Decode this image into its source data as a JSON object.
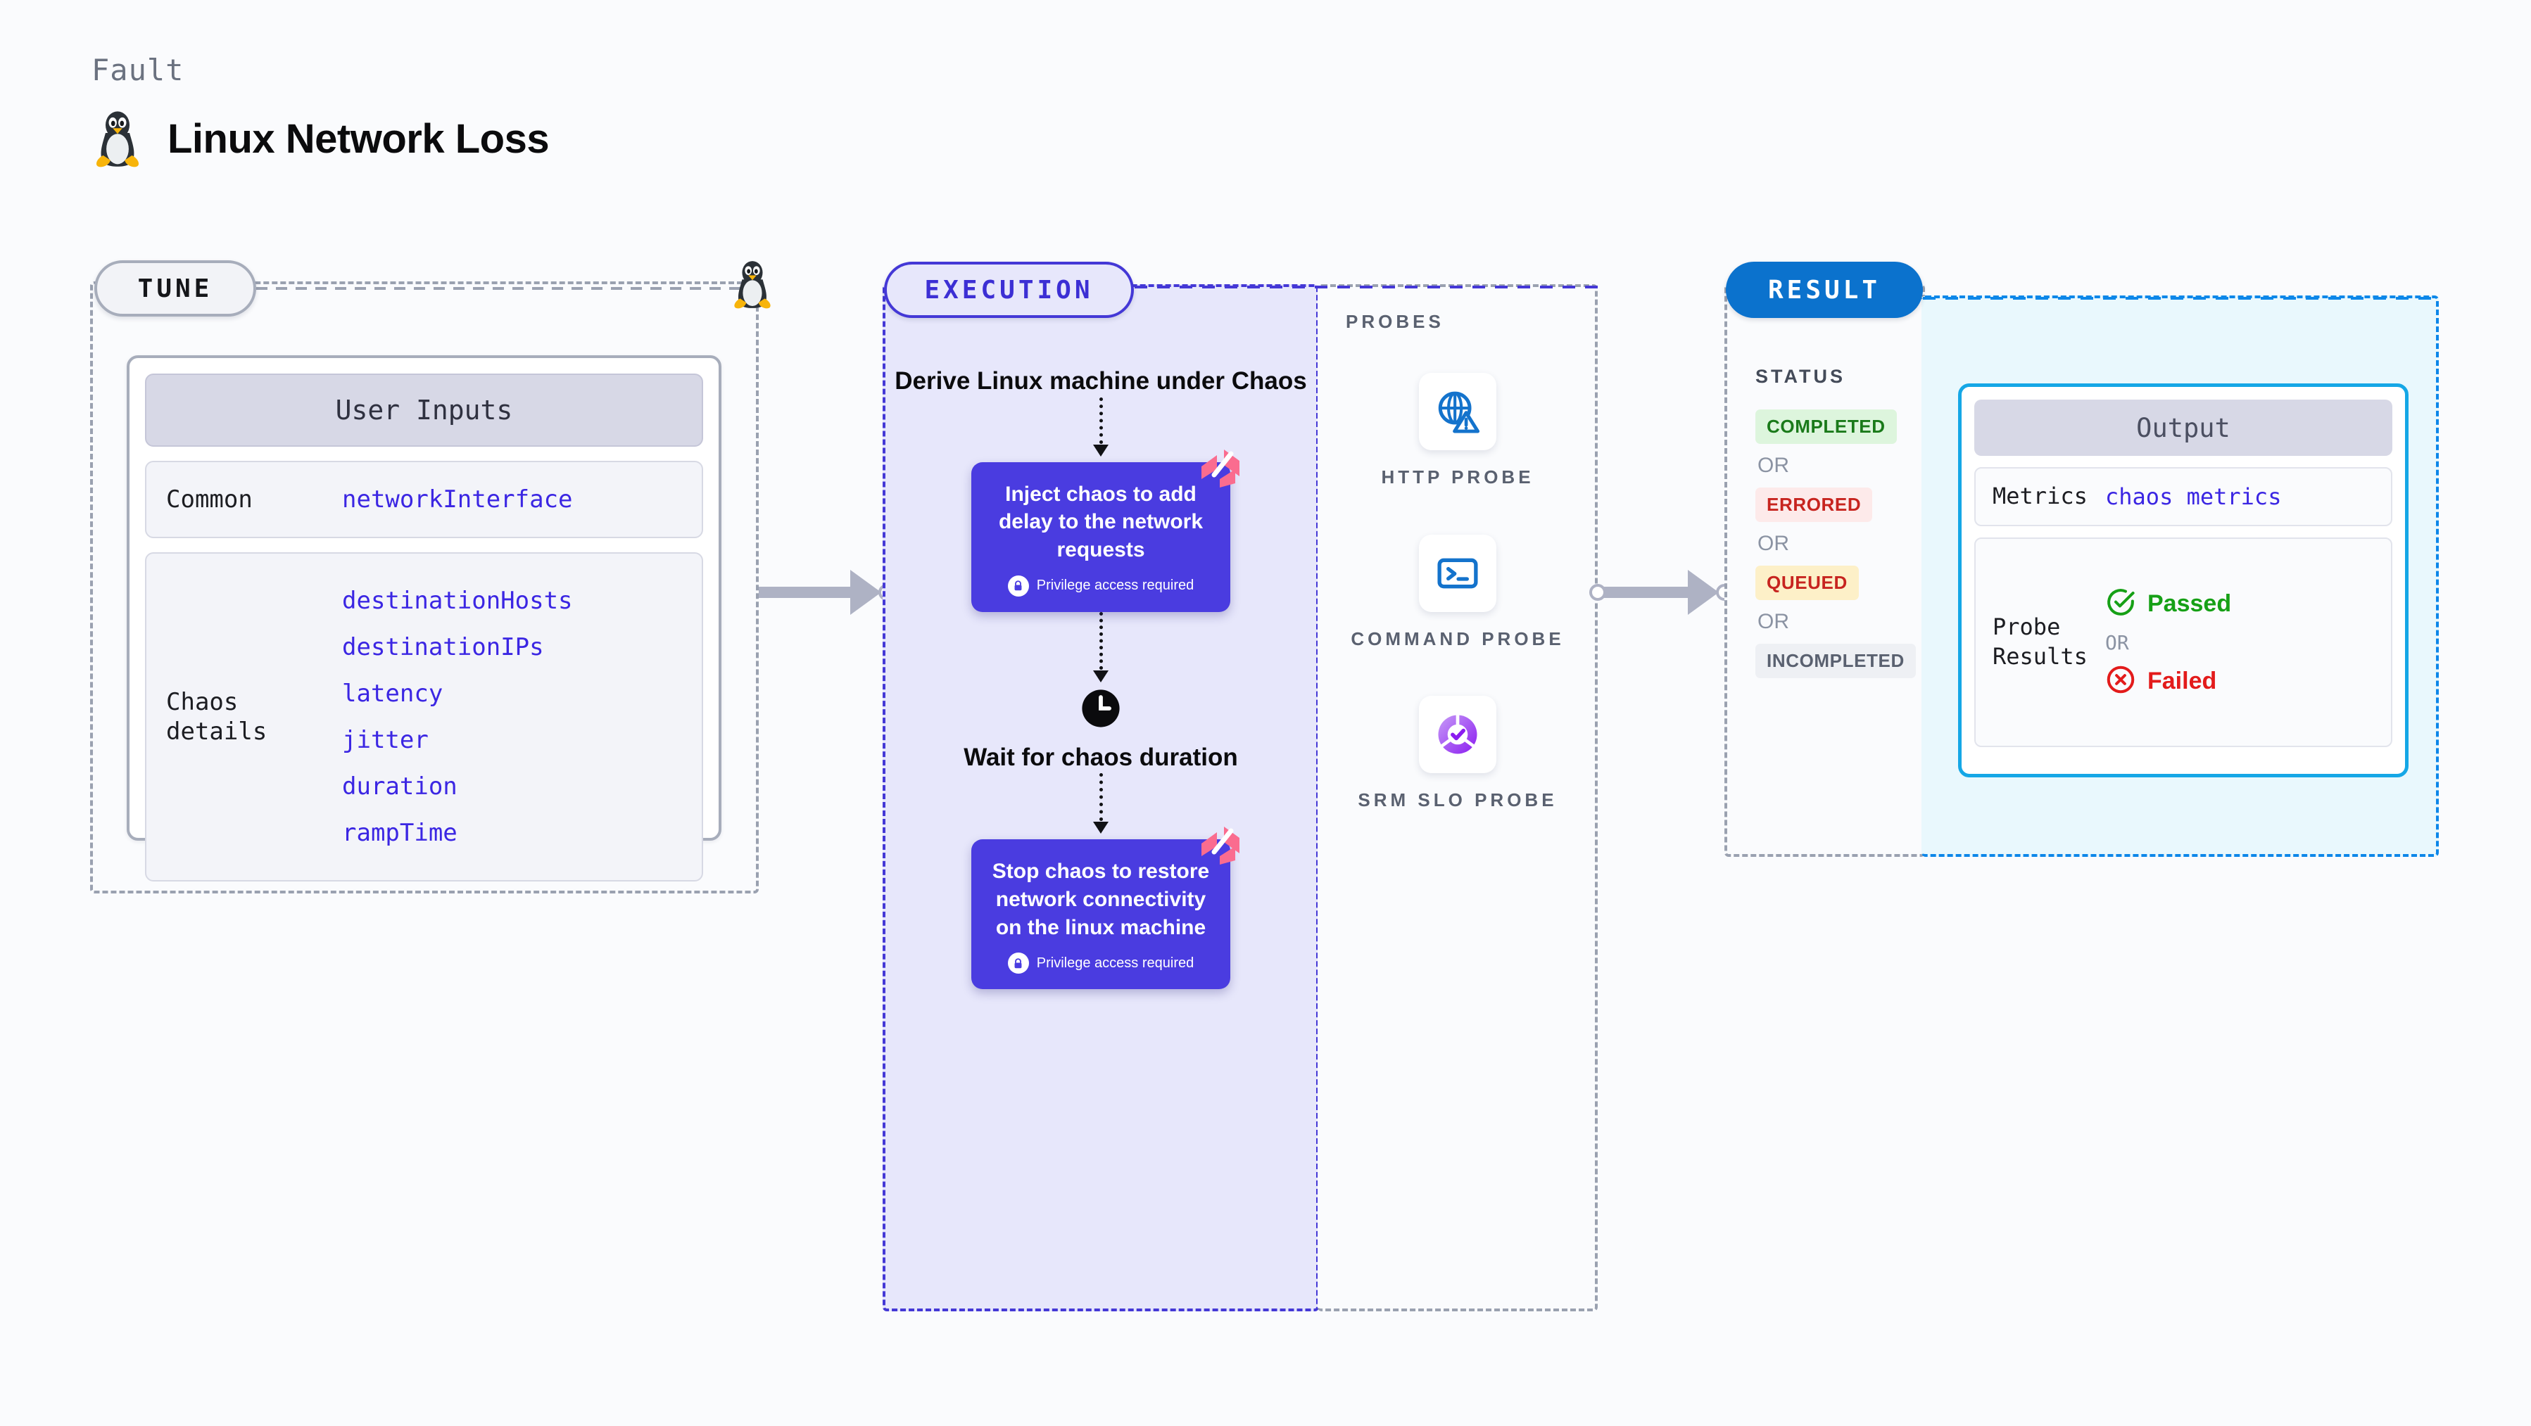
{
  "header": {
    "eyebrow": "Fault",
    "title": "Linux Network Loss",
    "icon": "linux-tux-icon"
  },
  "tune": {
    "badge": "TUNE",
    "card_title": "User Inputs",
    "rows": [
      {
        "label": "Common",
        "values": [
          "networkInterface"
        ]
      },
      {
        "label": "Chaos details",
        "values": [
          "destinationHosts",
          "destinationIPs",
          "latency",
          "jitter",
          "duration",
          "rampTime"
        ]
      }
    ]
  },
  "execution": {
    "badge": "EXECUTION",
    "steps": [
      {
        "type": "title",
        "text": "Derive Linux machine under Chaos"
      },
      {
        "type": "card",
        "text": "Inject chaos to add delay to the network requests",
        "privilege": "Privilege access required",
        "badge_icon": "harness-logo-icon",
        "lock_icon": "lock-icon"
      },
      {
        "type": "wait",
        "icon": "clock-icon",
        "text": "Wait for chaos duration"
      },
      {
        "type": "card",
        "text": "Stop chaos to restore network connectivity on the linux machine",
        "privilege": "Privilege access required",
        "badge_icon": "harness-logo-icon",
        "lock_icon": "lock-icon"
      }
    ]
  },
  "probes": {
    "label": "PROBES",
    "items": [
      {
        "name": "HTTP PROBE",
        "icon": "globe-warning-icon"
      },
      {
        "name": "COMMAND PROBE",
        "icon": "terminal-icon"
      },
      {
        "name": "SRM SLO PROBE",
        "icon": "slo-donut-check-icon"
      }
    ]
  },
  "result": {
    "badge": "RESULT",
    "status_label": "STATUS",
    "or_label": "OR",
    "statuses": [
      {
        "text": "COMPLETED",
        "bg": "#ddf5dd",
        "fg": "#1a7a1a"
      },
      {
        "text": "ERRORED",
        "bg": "#fdeaea",
        "fg": "#c7241f"
      },
      {
        "text": "QUEUED",
        "bg": "#fdf0c8",
        "fg": "#c7241f"
      },
      {
        "text": "INCOMPLETED",
        "bg": "#eef0f4",
        "fg": "#5a6170"
      }
    ]
  },
  "output": {
    "card_title": "Output",
    "metrics_label": "Metrics",
    "metrics_value": "chaos metrics",
    "probe_label": "Probe Results",
    "or_label": "OR",
    "passed": {
      "text": "Passed",
      "color": "#16a016",
      "icon": "check-circle-icon"
    },
    "failed": {
      "text": "Failed",
      "color": "#e31b1b",
      "icon": "x-circle-icon"
    }
  },
  "colors": {
    "canvas": "#fafbfd",
    "accent_indigo": "#4438d6",
    "accent_blue": "#0b72cd",
    "accent_cyan": "#15a7e6",
    "card_purple": "#4a3ce0",
    "harness_pink": "#fa6c8f",
    "mono_blue": "#3b26e3"
  }
}
